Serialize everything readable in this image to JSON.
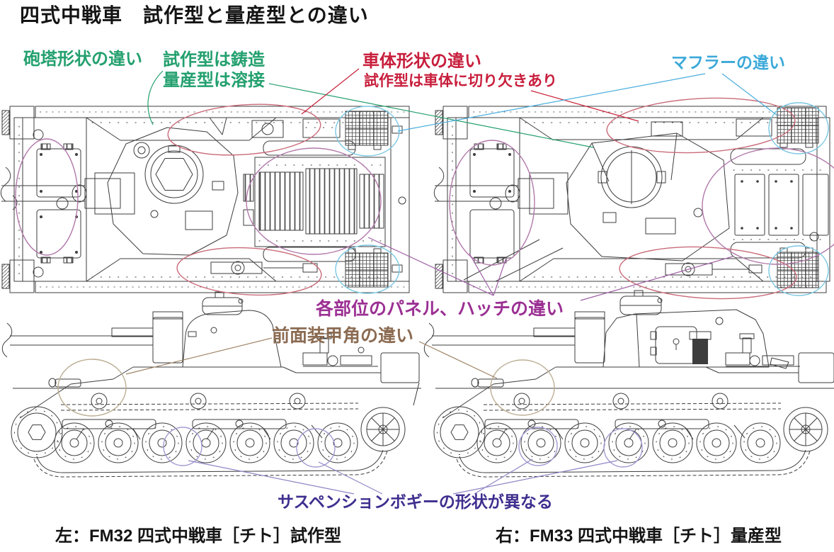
{
  "title": "四式中戦車　試作型と量産型との違い",
  "annotations": {
    "turret_shape": {
      "label": "砲塔形状の違い",
      "note_line1": "試作型は鋳造",
      "note_line2": "量産型は溶接",
      "color": "#23a06e"
    },
    "hull_shape": {
      "label": "車体形状の違い",
      "note": "試作型は車体に切り欠きあり",
      "color": "#c81e3c"
    },
    "muffler": {
      "label": "マフラーの違い",
      "color": "#3ba9d9"
    },
    "panels_hatches": {
      "label": "各部位のパネル、ハッチの違い",
      "color": "#9b3093"
    },
    "front_armor_angle": {
      "label": "前面装甲角の違い",
      "color": "#8b6b52"
    },
    "suspension": {
      "label": "サスペンションボギーの形状が異なる",
      "color": "#3f2e8e"
    }
  },
  "captions": {
    "left": "左：FM32 四式中戦車［チト］試作型",
    "right": "右：FM33 四式中戦車［チト］量産型"
  },
  "palette": {
    "ellipse_red": "#c96b79",
    "ellipse_purple": "#b178aa",
    "ellipse_cyan": "#7ac7e2",
    "ellipse_tan": "#bdae94",
    "suspension_marker": "#a39bd2",
    "line_art": "#3d3d3d"
  }
}
